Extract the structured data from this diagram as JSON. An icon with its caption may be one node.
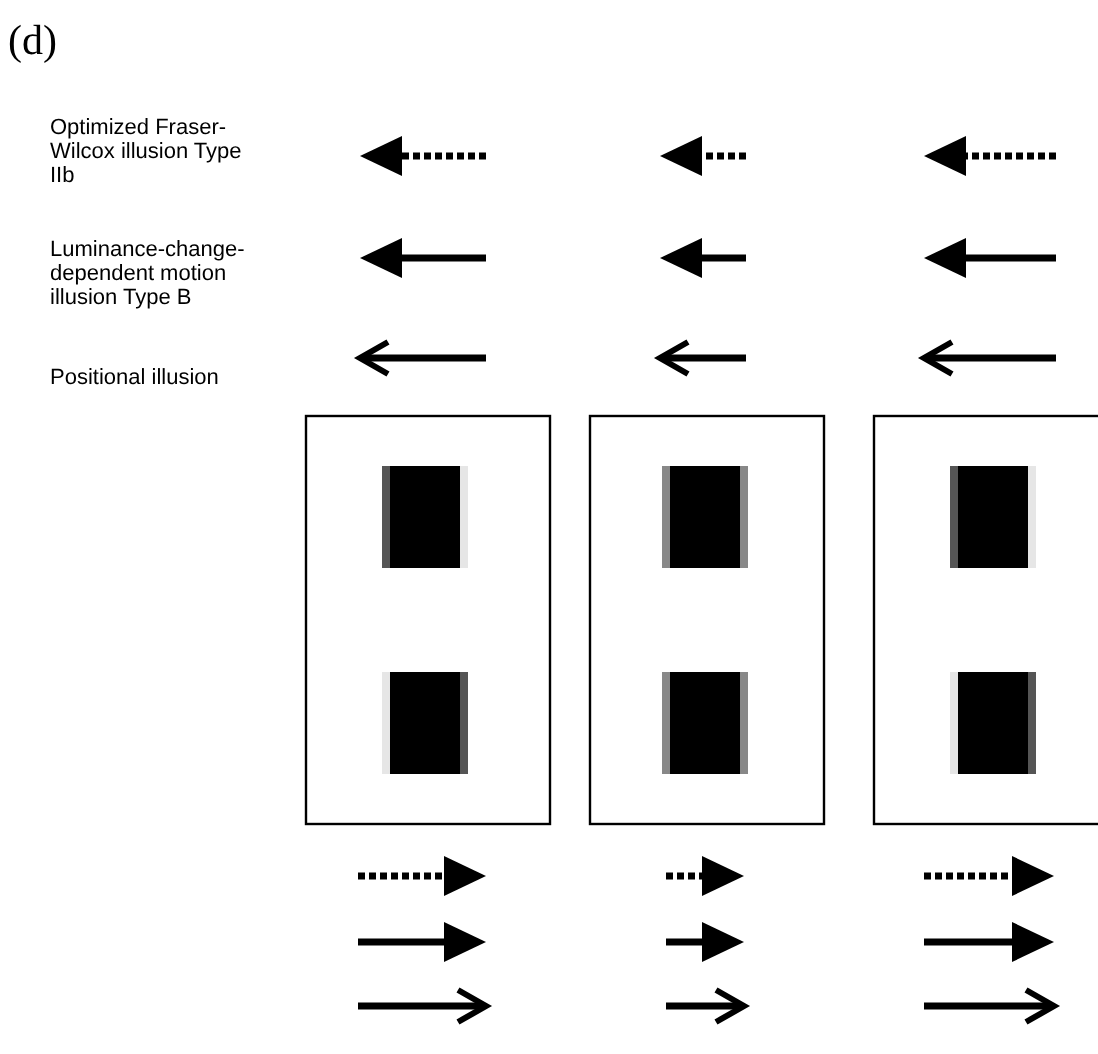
{
  "diagram": {
    "labels": [
      "(d)",
      "Optimized Fraser-Wilcox illusion Type IIb",
      "Luminance-change-dependent motion illusion Type B",
      "Positional illusion"
    ]
  }
}
